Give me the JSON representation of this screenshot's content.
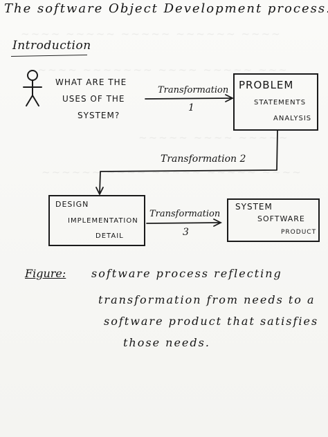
{
  "header": {
    "title": "The software Object Development process.",
    "subtitle": "Introduction"
  },
  "diagram": {
    "actor_question": [
      "WHAT ARE THE",
      "USES OF THE",
      "SYSTEM?"
    ],
    "problem_box": [
      "PROBLEM",
      "STATEMENTS",
      "ANALYSIS"
    ],
    "design_box": [
      "DESIGN",
      "IMPLEMENTATION",
      "DETAIL"
    ],
    "system_box": [
      "SYSTEM",
      "SOFTWARE",
      "PRODUCT"
    ],
    "transformation_1": {
      "label": "Transformation",
      "number": "1"
    },
    "transformation_2": {
      "label": "Transformation 2"
    },
    "transformation_3": {
      "label": "Transformation",
      "number": "3"
    }
  },
  "caption": {
    "label": "Figure:",
    "lines": [
      "software process reflecting",
      "transformation from needs to a",
      "software product that satisfies",
      "those needs."
    ]
  }
}
